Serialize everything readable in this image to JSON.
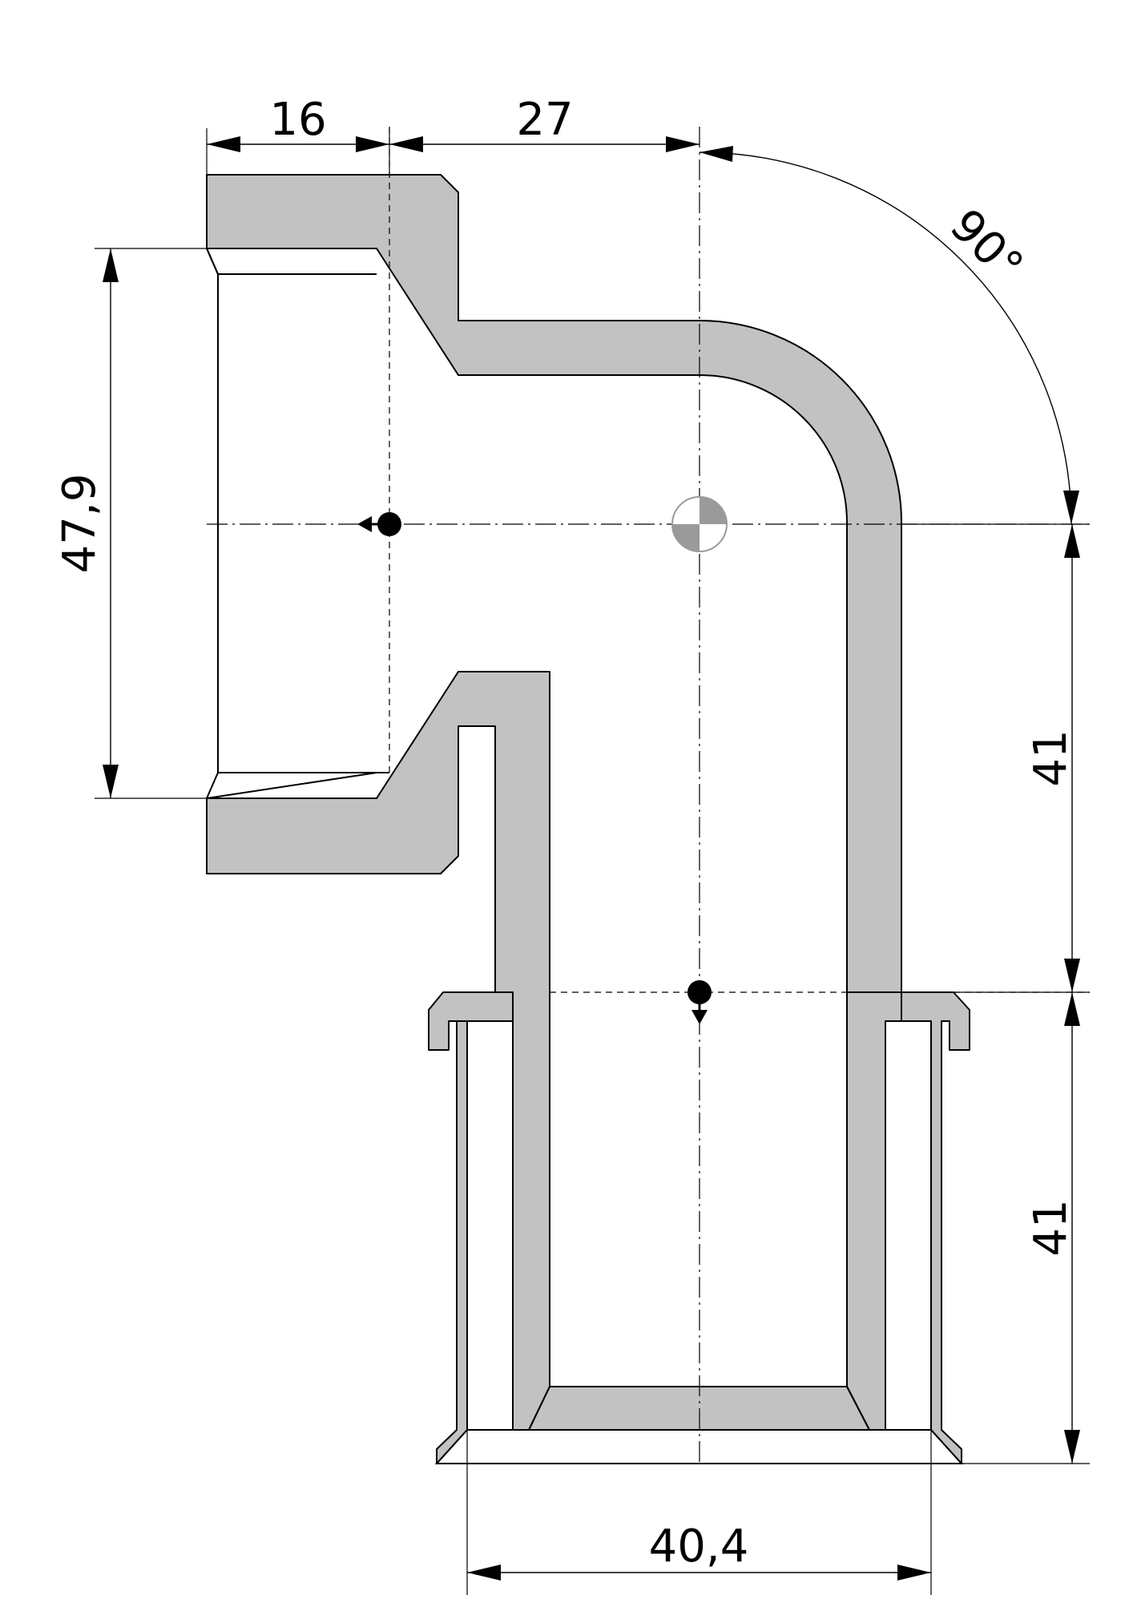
{
  "dimensions": {
    "socket_depth": "16",
    "socket_offset": "27",
    "bend_angle": "90°",
    "socket_diameter": "47,9",
    "outlet_height_upper": "41",
    "outlet_height_lower": "41",
    "outlet_diameter": "40,4"
  },
  "colors": {
    "section_fill": "#c2c2c2",
    "line": "#000000",
    "background": "#ffffff"
  }
}
